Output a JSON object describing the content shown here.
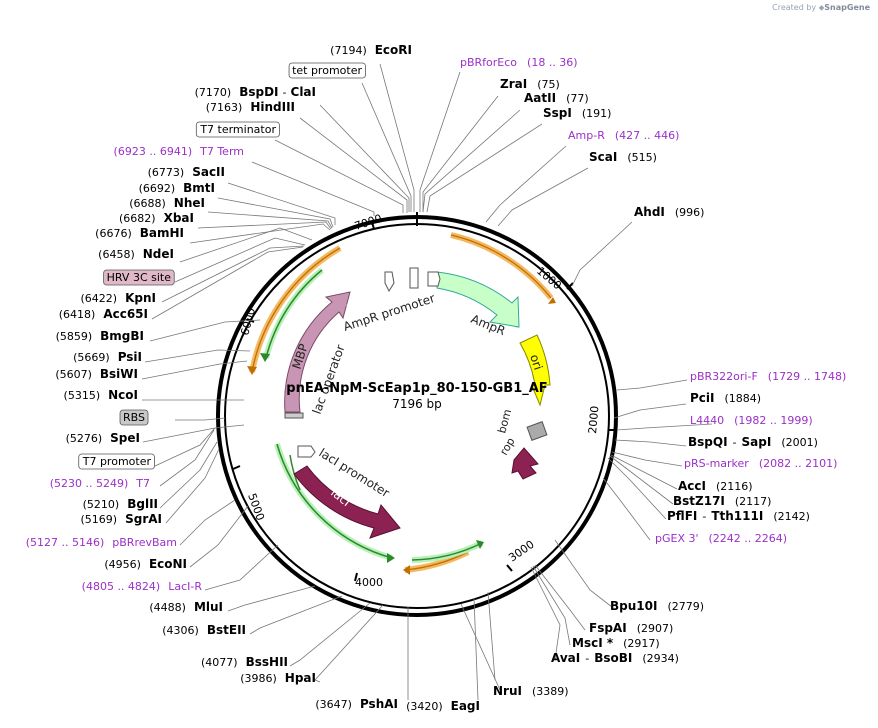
{
  "credit": {
    "prefix": "Created by",
    "brand": "SnapGene"
  },
  "plasmid": {
    "name": "pnEA-NpM-ScEap1p_80-150-GB1_AF",
    "size_label": "7196 bp",
    "length": 7196
  },
  "ticks": [
    "1000",
    "2000",
    "3000",
    "4000",
    "5000",
    "6000",
    "7000"
  ],
  "colors": {
    "enzyme": "#000000",
    "primer": "#9b30c8",
    "ampR": "#c8ffc8",
    "ori": "#ffff00",
    "lacI": "#8b2252",
    "mbp": "#c896b4",
    "orf": "#ff9900",
    "orfGreen": "#33aa33"
  },
  "features": {
    "ampr": {
      "label": "AmpR"
    },
    "ori": {
      "label": "ori"
    },
    "laci": {
      "label": "lacI"
    },
    "mbp": {
      "label": "MBP"
    },
    "rop": {
      "label": "rop"
    },
    "bom": {
      "label": "bom"
    },
    "ampr_promoter": {
      "label": "AmpR promoter"
    },
    "laci_promoter": {
      "label": "lacI promoter"
    },
    "lac_operator": {
      "label": "lac operator"
    }
  },
  "labels": [
    {
      "id": "l1",
      "pos": "(7194)",
      "name": "EcoRI",
      "kind": "enzyme"
    },
    {
      "id": "l2",
      "name": "tet promoter",
      "kind": "box"
    },
    {
      "id": "l3",
      "pos": "(7170)",
      "name": "BspDI",
      "suffix": "ClaI",
      "kind": "enzyme"
    },
    {
      "id": "l4",
      "pos": "(7163)",
      "name": "HindIII",
      "kind": "enzyme"
    },
    {
      "id": "l5",
      "name": "T7 terminator",
      "kind": "box"
    },
    {
      "id": "l6",
      "pos": "(6923 .. 6941)",
      "name": "T7 Term",
      "kind": "primer"
    },
    {
      "id": "l7",
      "pos": "(6773)",
      "name": "SacII",
      "kind": "enzyme"
    },
    {
      "id": "l8",
      "pos": "(6692)",
      "name": "BmtI",
      "kind": "enzyme"
    },
    {
      "id": "l9",
      "pos": "(6688)",
      "name": "NheI",
      "kind": "enzyme"
    },
    {
      "id": "l10",
      "pos": "(6682)",
      "name": "XbaI",
      "kind": "enzyme"
    },
    {
      "id": "l11",
      "pos": "(6676)",
      "name": "BamHI",
      "kind": "enzyme"
    },
    {
      "id": "l12",
      "pos": "(6458)",
      "name": "NdeI",
      "kind": "enzyme"
    },
    {
      "id": "l13",
      "name": "HRV 3C site",
      "kind": "pinkbox"
    },
    {
      "id": "l14",
      "pos": "(6422)",
      "name": "KpnI",
      "kind": "enzyme"
    },
    {
      "id": "l15",
      "pos": "(6418)",
      "name": "Acc65I",
      "kind": "enzyme"
    },
    {
      "id": "l16",
      "pos": "(5859)",
      "name": "BmgBI",
      "kind": "enzyme"
    },
    {
      "id": "l17",
      "pos": "(5669)",
      "name": "PsiI",
      "kind": "enzyme"
    },
    {
      "id": "l18",
      "pos": "(5607)",
      "name": "BsiWI",
      "kind": "enzyme"
    },
    {
      "id": "l19",
      "pos": "(5315)",
      "name": "NcoI",
      "kind": "enzyme"
    },
    {
      "id": "l20",
      "name": "RBS",
      "kind": "graybox"
    },
    {
      "id": "l21",
      "pos": "(5276)",
      "name": "SpeI",
      "kind": "enzyme"
    },
    {
      "id": "l22",
      "name": "T7 promoter",
      "kind": "box"
    },
    {
      "id": "l23",
      "pos": "(5230 .. 5249)",
      "name": "T7",
      "kind": "primer"
    },
    {
      "id": "l24",
      "pos": "(5210)",
      "name": "BglII",
      "kind": "enzyme"
    },
    {
      "id": "l25",
      "pos": "(5169)",
      "name": "SgrAI",
      "kind": "enzyme"
    },
    {
      "id": "l26",
      "pos": "(5127 .. 5146)",
      "name": "pBRrevBam",
      "kind": "primer"
    },
    {
      "id": "l27",
      "pos": "(4956)",
      "name": "EcoNI",
      "kind": "enzyme"
    },
    {
      "id": "l28",
      "pos": "(4805 .. 4824)",
      "name": "LacI-R",
      "kind": "primer"
    },
    {
      "id": "l29",
      "pos": "(4488)",
      "name": "MluI",
      "kind": "enzyme"
    },
    {
      "id": "l30",
      "pos": "(4306)",
      "name": "BstEII",
      "kind": "enzyme"
    },
    {
      "id": "l31",
      "pos": "(4077)",
      "name": "BssHII",
      "kind": "enzyme"
    },
    {
      "id": "l32",
      "pos": "(3986)",
      "name": "HpaI",
      "kind": "enzyme"
    },
    {
      "id": "l33",
      "pos": "(3647)",
      "name": "PshAI",
      "kind": "enzyme"
    },
    {
      "id": "l34",
      "pos": "(3420)",
      "name": "EagI",
      "kind": "enzyme"
    },
    {
      "id": "r1",
      "name": "pBRforEco",
      "pos": "(18 .. 36)",
      "kind": "primer"
    },
    {
      "id": "r2",
      "name": "ZraI",
      "pos": "(75)",
      "kind": "enzyme"
    },
    {
      "id": "r3",
      "name": "AatII",
      "pos": "(77)",
      "kind": "enzyme"
    },
    {
      "id": "r4",
      "name": "SspI",
      "pos": "(191)",
      "kind": "enzyme"
    },
    {
      "id": "r5",
      "name": "Amp-R",
      "pos": "(427 .. 446)",
      "kind": "primer"
    },
    {
      "id": "r6",
      "name": "ScaI",
      "pos": "(515)",
      "kind": "enzyme"
    },
    {
      "id": "r7",
      "name": "AhdI",
      "pos": "(996)",
      "kind": "enzyme"
    },
    {
      "id": "r8",
      "name": "pBR322ori-F",
      "pos": "(1729 .. 1748)",
      "kind": "primer"
    },
    {
      "id": "r9",
      "name": "PciI",
      "pos": "(1884)",
      "kind": "enzyme"
    },
    {
      "id": "r10",
      "name": "L4440",
      "pos": "(1982 .. 1999)",
      "kind": "primer"
    },
    {
      "id": "r11",
      "name": "BspQI",
      "suffix": "SapI",
      "pos": "(2001)",
      "kind": "enzyme"
    },
    {
      "id": "r12",
      "name": "pRS-marker",
      "pos": "(2082 .. 2101)",
      "kind": "primer"
    },
    {
      "id": "r13",
      "name": "AccI",
      "pos": "(2116)",
      "kind": "enzyme"
    },
    {
      "id": "r14",
      "name": "BstZ17I",
      "pos": "(2117)",
      "kind": "enzyme"
    },
    {
      "id": "r15",
      "name": "PflFI",
      "suffix": "Tth111I",
      "pos": "(2142)",
      "kind": "enzyme"
    },
    {
      "id": "r16",
      "name": "pGEX 3'",
      "pos": "(2242 .. 2264)",
      "kind": "primer"
    },
    {
      "id": "r17",
      "name": "Bpu10I",
      "pos": "(2779)",
      "kind": "enzyme"
    },
    {
      "id": "r18",
      "name": "FspAI",
      "pos": "(2907)",
      "kind": "enzyme"
    },
    {
      "id": "r19",
      "name": "MscI *",
      "pos": "(2917)",
      "kind": "enzyme"
    },
    {
      "id": "r20",
      "name": "AvaI",
      "suffix": "BsoBI",
      "pos": "(2934)",
      "kind": "enzyme"
    },
    {
      "id": "r21",
      "name": "NruI",
      "pos": "(3389)",
      "kind": "enzyme"
    }
  ]
}
